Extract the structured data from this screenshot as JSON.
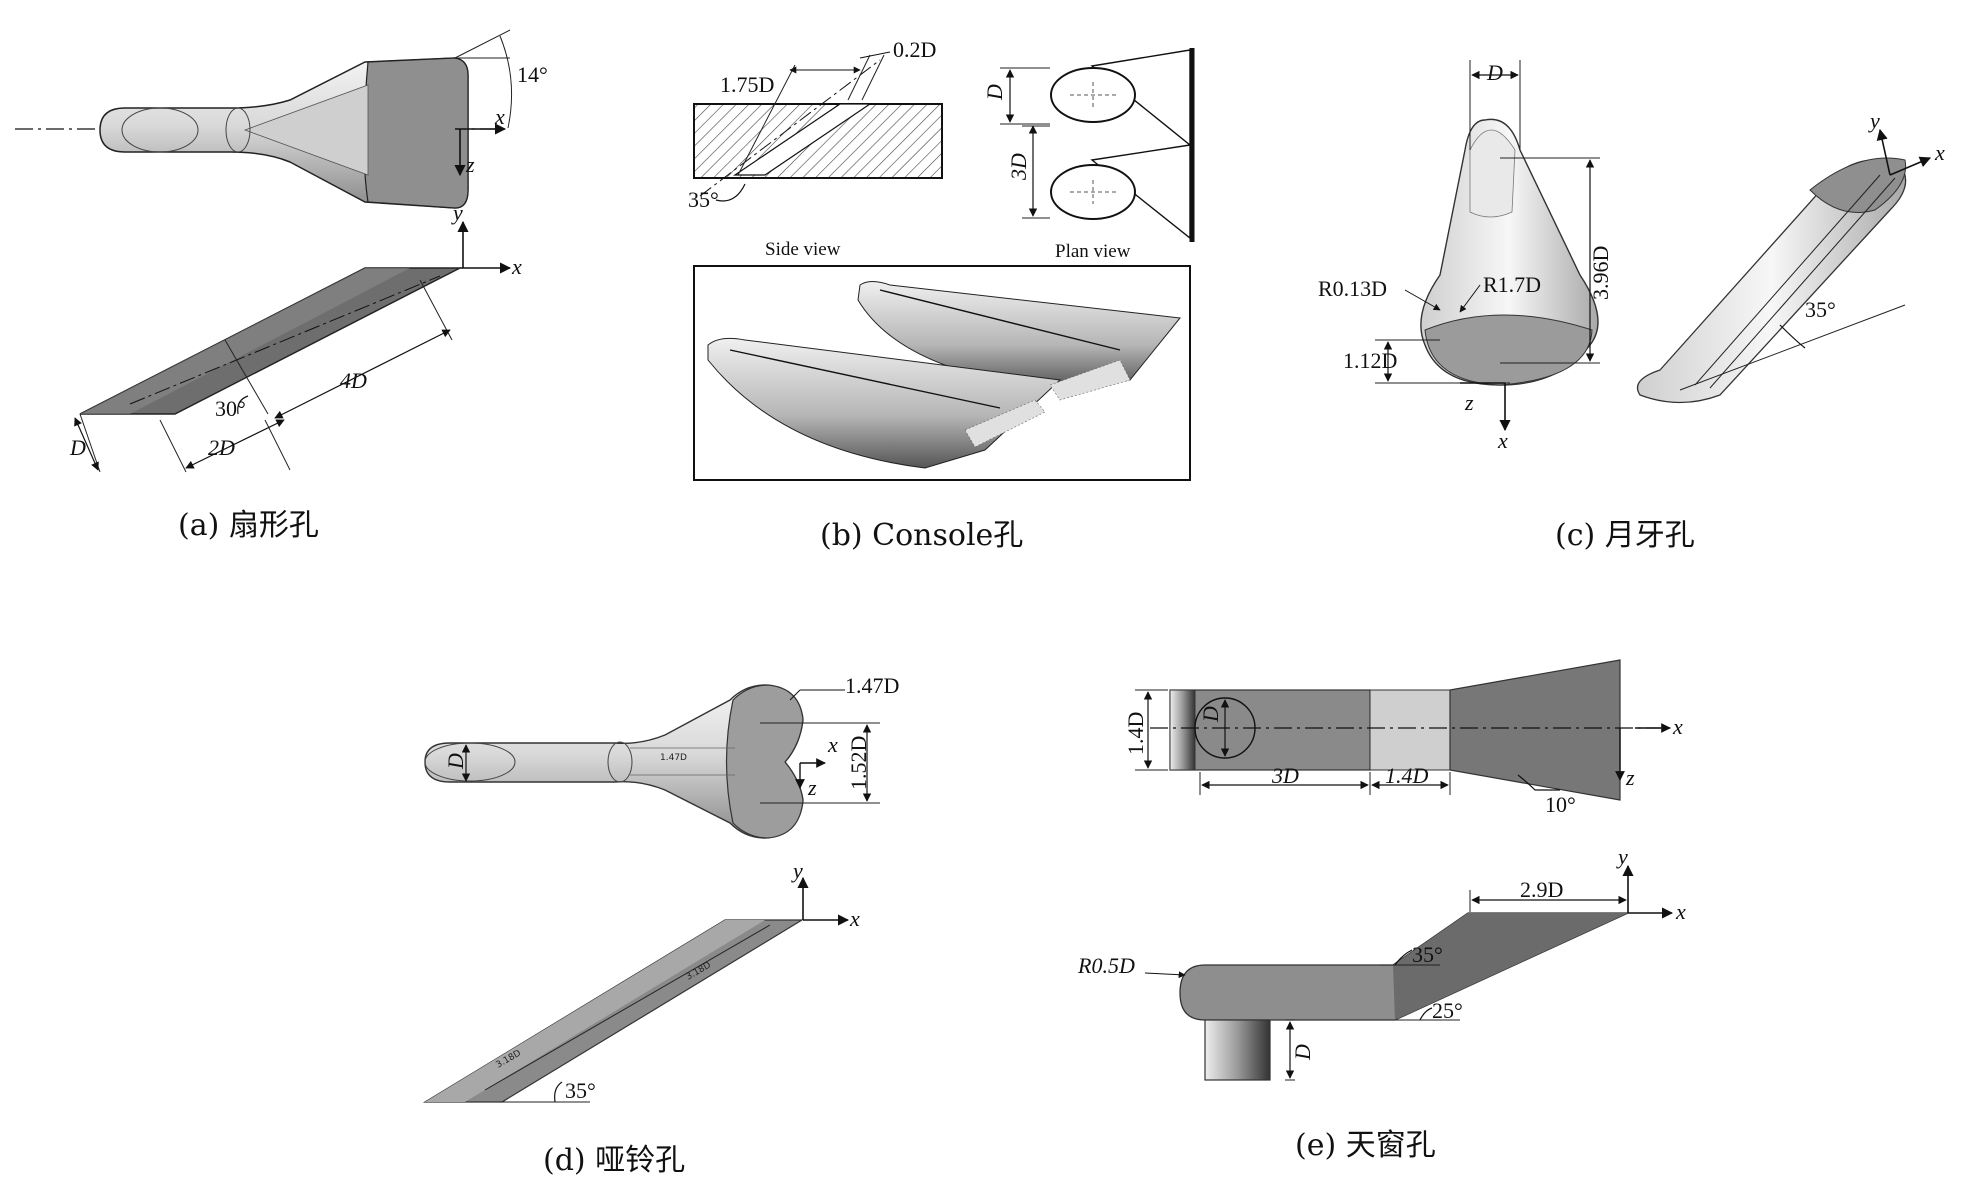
{
  "captions": {
    "a": "(a)  扇形孔",
    "b": "(b)  Console孔",
    "c": "(c)  月牙孔",
    "d": "(d)  哑铃孔",
    "e": "(e)  天窗孔"
  },
  "panel_a": {
    "angle_top": "14°",
    "angle_side": "30°",
    "dim_d": "D",
    "dim_2d": "2D",
    "dim_4d": "4D",
    "axis_x": "x",
    "axis_y": "y",
    "axis_z": "z"
  },
  "panel_b": {
    "dim_gap": "0.2D",
    "dim_len": "1.75D",
    "angle": "35°",
    "dim_d": "D",
    "dim_3d": "3D",
    "side_view": "Side view",
    "plan_view": "Plan view"
  },
  "panel_c": {
    "dim_d": "D",
    "dim_height": "3.96D",
    "dim_r_small": "R0.13D",
    "dim_r_large": "R1.7D",
    "dim_112": "1.12D",
    "angle": "35°",
    "axis_x": "x",
    "axis_y": "y",
    "axis_z": "z"
  },
  "panel_d": {
    "dim_d": "D",
    "dim_147": "1.47D",
    "dim_147_inner": "1.47D",
    "dim_152": "1.52D",
    "dim_318_a": "3.18D",
    "dim_318_b": "3.18D",
    "angle": "35°",
    "axis_x": "x",
    "axis_y": "y",
    "axis_z": "z"
  },
  "panel_e": {
    "dim_14d_v": "1.4D",
    "dim_d": "D",
    "dim_3d": "3D",
    "dim_14d_h": "1.4D",
    "angle_10": "10°",
    "dim_29d": "2.9D",
    "dim_r05": "R0.5D",
    "angle_35": "35°",
    "angle_25": "25°",
    "dim_d_bottom": "D",
    "axis_x": "x",
    "axis_y": "y",
    "axis_z": "z"
  }
}
